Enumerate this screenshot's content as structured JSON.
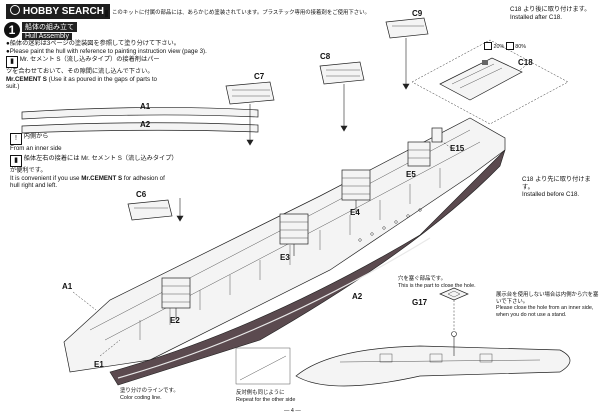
{
  "watermark": "HOBBY SEARCH",
  "step": {
    "number": "1",
    "title_jp": "船体の組み立て",
    "title_en": "Hull Assembly"
  },
  "notes": {
    "top_jp": "このキットに付属の部品には、あらかじめ塗装されています。プラスチック専用の接着剤をご使用下さい。",
    "paint_jp": "●船体の迷彩は3ページの塗装図を参照して塗り分けて下さい。",
    "paint_en": "●Please paint the hull with reference to painting instruction view (page 3).",
    "cement_jp": "Mr. セメント S（流し込みタイプ）の接着剤はパーツを合わせておいて、その隙間に流し込んで下さい。",
    "cement_en_name": "Mr.CEMENT S",
    "cement_en": "(Use it as poured in the gaps of parts to suit.)",
    "inner_jp": "内側から",
    "inner_en": "From an inner side",
    "adhesive_jp": "船体左右の接着には Mr. セメント S（流し込みタイプ）が便利です。",
    "adhesive_en_a": "It is convenient if you use",
    "adhesive_en_name": "Mr.CEMENT S",
    "adhesive_en_b": "for adhesion of hull right and left.",
    "c18_install_jp": "C18 より後に取り付けます。",
    "c18_install_en": "Installed after C18.",
    "c18_before_jp": "C18 より先に取り付けます。",
    "c18_before_en": "Installed before C18.",
    "hole_jp": "穴を塞ぐ部品です。",
    "hole_en": "This is the part to close the hole.",
    "stand_jp": "展示台を使用しない場合は内側から穴を塞いで下さい。",
    "stand_en": "Please close the hole from an inner side, when you do not use a stand.",
    "coloring_jp": "塗り分けのラインです。",
    "coloring_en": "Color coding line.",
    "repeat_jp": "反対側も同じように",
    "repeat_en": "Repeat for the other side"
  },
  "paint_callouts": {
    "a": "20%",
    "b": "80%"
  },
  "part_labels": {
    "A1_top": "A1",
    "A2_top": "A2",
    "C9": "C9",
    "C8": "C8",
    "C7": "C7",
    "C6": "C6",
    "C18": "C18",
    "E15": "E15",
    "E5": "E5",
    "E4": "E4",
    "E3": "E3",
    "E2": "E2",
    "E1": "E1",
    "A1_hull": "A1",
    "A2_hull": "A2",
    "G17": "G17"
  },
  "page_number": "— 4 —"
}
